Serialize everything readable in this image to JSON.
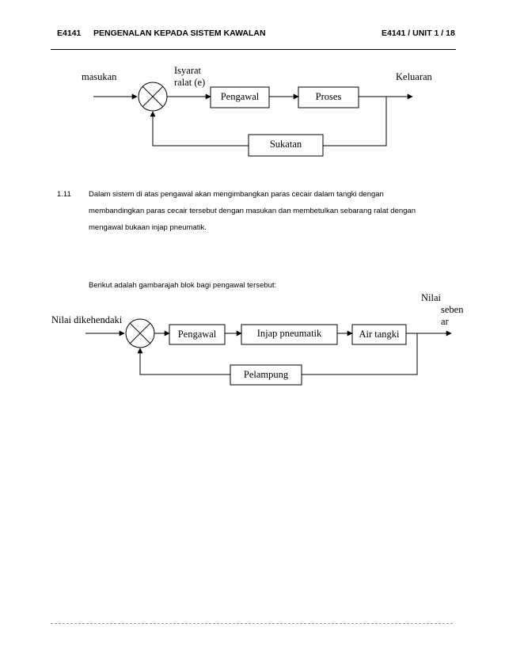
{
  "header": {
    "code": "E4141",
    "title": "PENGENALAN KEPADA SISTEM KAWALAN",
    "page_ref": "E4141 / UNIT 1 /  18"
  },
  "diagram1": {
    "input_label": "masukan",
    "error_label_line1": "Isyarat",
    "error_label_line2": "ralat (e)",
    "output_label": "Keluaran",
    "blocks": {
      "controller": "Pengawal",
      "process": "Proses",
      "measurement": "Sukatan"
    }
  },
  "section": {
    "number": "1.11",
    "paragraph_lines": [
      "Dalam sistem di atas  pengawal akan mengimbangkan paras cecair dalam tangki dengan",
      "membandingkan paras cecair tersebut dengan masukan dan membetulkan sebarang ralat dengan",
      "mengawal bukaan injap pneumatik."
    ],
    "intro": "Berikut adalah gambarajah blok bagi pengawal tersebut:"
  },
  "diagram2": {
    "input_label": "Nilai dikehendaki",
    "output_label_line1": "Nilai",
    "output_label_line2": "seben",
    "output_label_line3": "ar",
    "blocks": {
      "controller": "Pengawal",
      "valve": "Injap pneumatik",
      "tank": "Air tangki",
      "float": "Pelampung"
    }
  }
}
